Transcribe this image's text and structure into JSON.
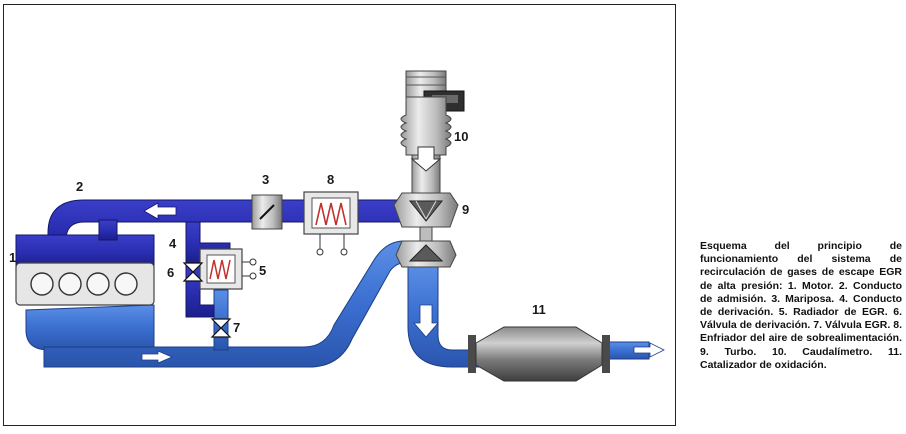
{
  "diagram": {
    "labels": {
      "l1": "1",
      "l2": "2",
      "l3": "3",
      "l4": "4",
      "l5": "5",
      "l6": "6",
      "l7": "7",
      "l8": "8",
      "l9": "9",
      "l10": "10",
      "l11": "11"
    },
    "colors": {
      "intake": "#2b2fb3",
      "exhaust": "#3b6fd0",
      "metal_light": "#d9d9d9",
      "metal_dark": "#6b6b6b"
    }
  },
  "caption": {
    "text": "Esquema del principio de funcionamiento del sistema de recirculación de gases de escape EGR de alta presión: 1. Motor. 2. Conducto de admisión. 3. Mariposa. 4. Conducto de derivación. 5. Radiador de EGR. 6. Válvula de derivación. 7. Válvula EGR. 8. Enfriador del aire de sobrealimentación. 9. Turbo. 10. Caudalímetro. 11. Catalizador de oxidación."
  }
}
